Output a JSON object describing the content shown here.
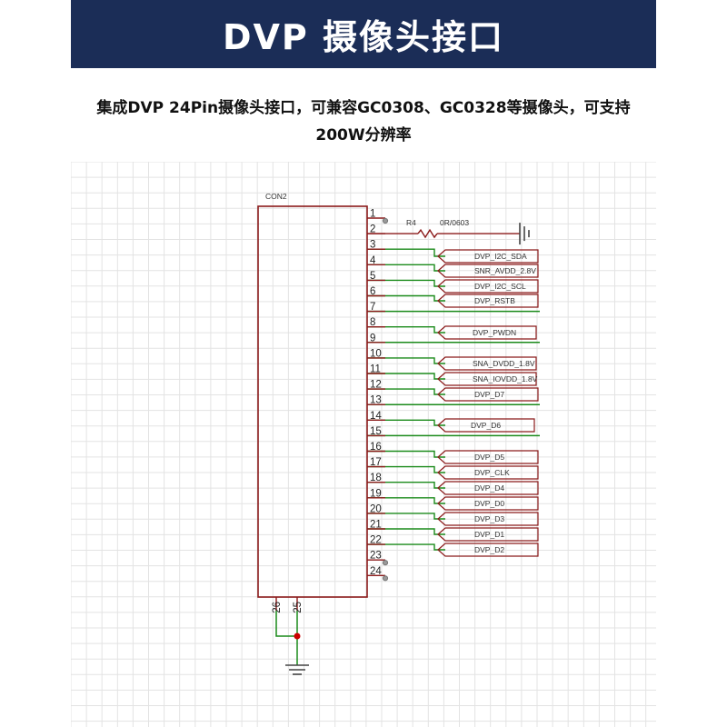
{
  "header": {
    "title": "DVP 摄像头接口"
  },
  "description": {
    "line1": "集成DVP 24Pin摄像头接口，可兼容GC0308、GC0328等摄像头，可支持",
    "line2": "200W分辨率"
  },
  "schematic": {
    "component_ref": "CON2",
    "resistor": {
      "ref": "R4",
      "value": "0R/0603"
    },
    "pins": [
      "1",
      "2",
      "3",
      "4",
      "5",
      "6",
      "7",
      "8",
      "9",
      "10",
      "11",
      "12",
      "13",
      "14",
      "15",
      "16",
      "17",
      "18",
      "19",
      "20",
      "21",
      "22",
      "23",
      "24"
    ],
    "bottom_pins": [
      "26",
      "25"
    ],
    "net_labels": [
      {
        "text": "DVP_I2C_SDA"
      },
      {
        "text": "SNR_AVDD_2.8V"
      },
      {
        "text": "DVP_I2C_SCL"
      },
      {
        "text": "DVP_RSTB"
      },
      {
        "text": "DVP_PWDN"
      },
      {
        "text": "SNA_DVDD_1.8V"
      },
      {
        "text": "SNA_IOVDD_1.8V"
      },
      {
        "text": "DVP_D7"
      },
      {
        "text": "DVP_D6"
      },
      {
        "text": "DVP_D5"
      },
      {
        "text": "DVP_CLK"
      },
      {
        "text": "DVP_D4"
      },
      {
        "text": "DVP_D0"
      },
      {
        "text": "DVP_D3"
      },
      {
        "text": "DVP_D1"
      },
      {
        "text": "DVP_D2"
      }
    ],
    "colors": {
      "component": "#8b1a1a",
      "wire": "#1a8a1a",
      "grid": "#e3e3e3",
      "junction": "#cc0000"
    }
  }
}
